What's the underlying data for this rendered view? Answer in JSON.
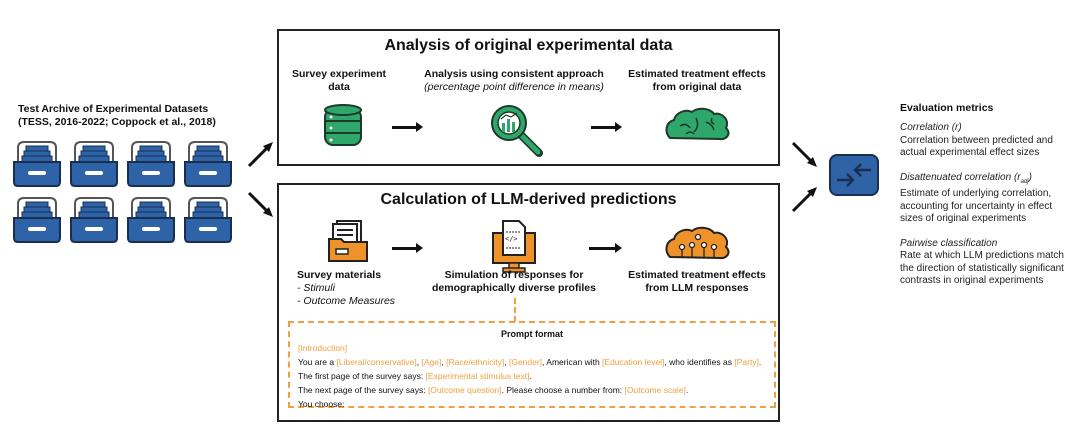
{
  "archive": {
    "title_line1": "Test Archive of Experimental Datasets",
    "title_line2": "(TESS, 2016-2022; Coppock et al., 2018)",
    "icon": "drawer-archive-icon",
    "count": 8
  },
  "top": {
    "title": "Analysis of original experimental data",
    "steps": [
      {
        "label1": "Survey experiment",
        "label2": "data",
        "icon": "database-icon"
      },
      {
        "label1": "Analysis using consistent approach",
        "label2": "(percentage point difference in means)",
        "icon": "magnifier-chart-icon"
      },
      {
        "label1": "Estimated treatment effects",
        "label2": "from original data",
        "icon": "brain-icon"
      }
    ]
  },
  "bottom": {
    "title": "Calculation of LLM-derived predictions",
    "steps": [
      {
        "label1": "Survey materials",
        "sub1": "- Stimuli",
        "sub2": "- Outcome Measures",
        "icon": "folder-icon"
      },
      {
        "label1": "Simulation of responses for",
        "label2": "demographically diverse profiles",
        "icon": "computer-code-icon"
      },
      {
        "label1": "Estimated treatment effects",
        "label2": "from LLM responses",
        "icon": "circuit-brain-icon"
      }
    ]
  },
  "prompt": {
    "title": "Prompt format",
    "intro": "[Introduction]",
    "l1": [
      "You are a ",
      "[Liberal/conservative]",
      ", ",
      "[Age]",
      ", ",
      "[Race/ethnicity]",
      ", ",
      "[Gender]",
      ",  American with ",
      "[Education level]",
      ", who identifies as ",
      "[Party]",
      "."
    ],
    "l2": [
      "The first page of the survey says: ",
      "[Experimental stimulus text]",
      "."
    ],
    "l3": [
      "The next page of the survey says: ",
      "[Outcome question]",
      ". Please choose a number from: ",
      "[Outcome scale]",
      "."
    ],
    "l4": "You choose:"
  },
  "metrics": {
    "title": "Evaluation metrics",
    "items": [
      {
        "name": "Correlation (r)",
        "desc": "Correlation between predicted and actual experimental effect sizes"
      },
      {
        "name_a": "Disattenuated correlation (r",
        "name_sub": "adj",
        "name_b": ")",
        "desc": "Estimate of underlying correlation, accounting for uncertainty in effect sizes of original experiments"
      },
      {
        "name": "Pairwise classification",
        "desc": "Rate at which LLM predictions match the direction of statistically significant contrasts in original experiments"
      }
    ]
  },
  "colors": {
    "blue": "#2e63a8",
    "green": "#2fa66a",
    "orange": "#f0922a"
  }
}
